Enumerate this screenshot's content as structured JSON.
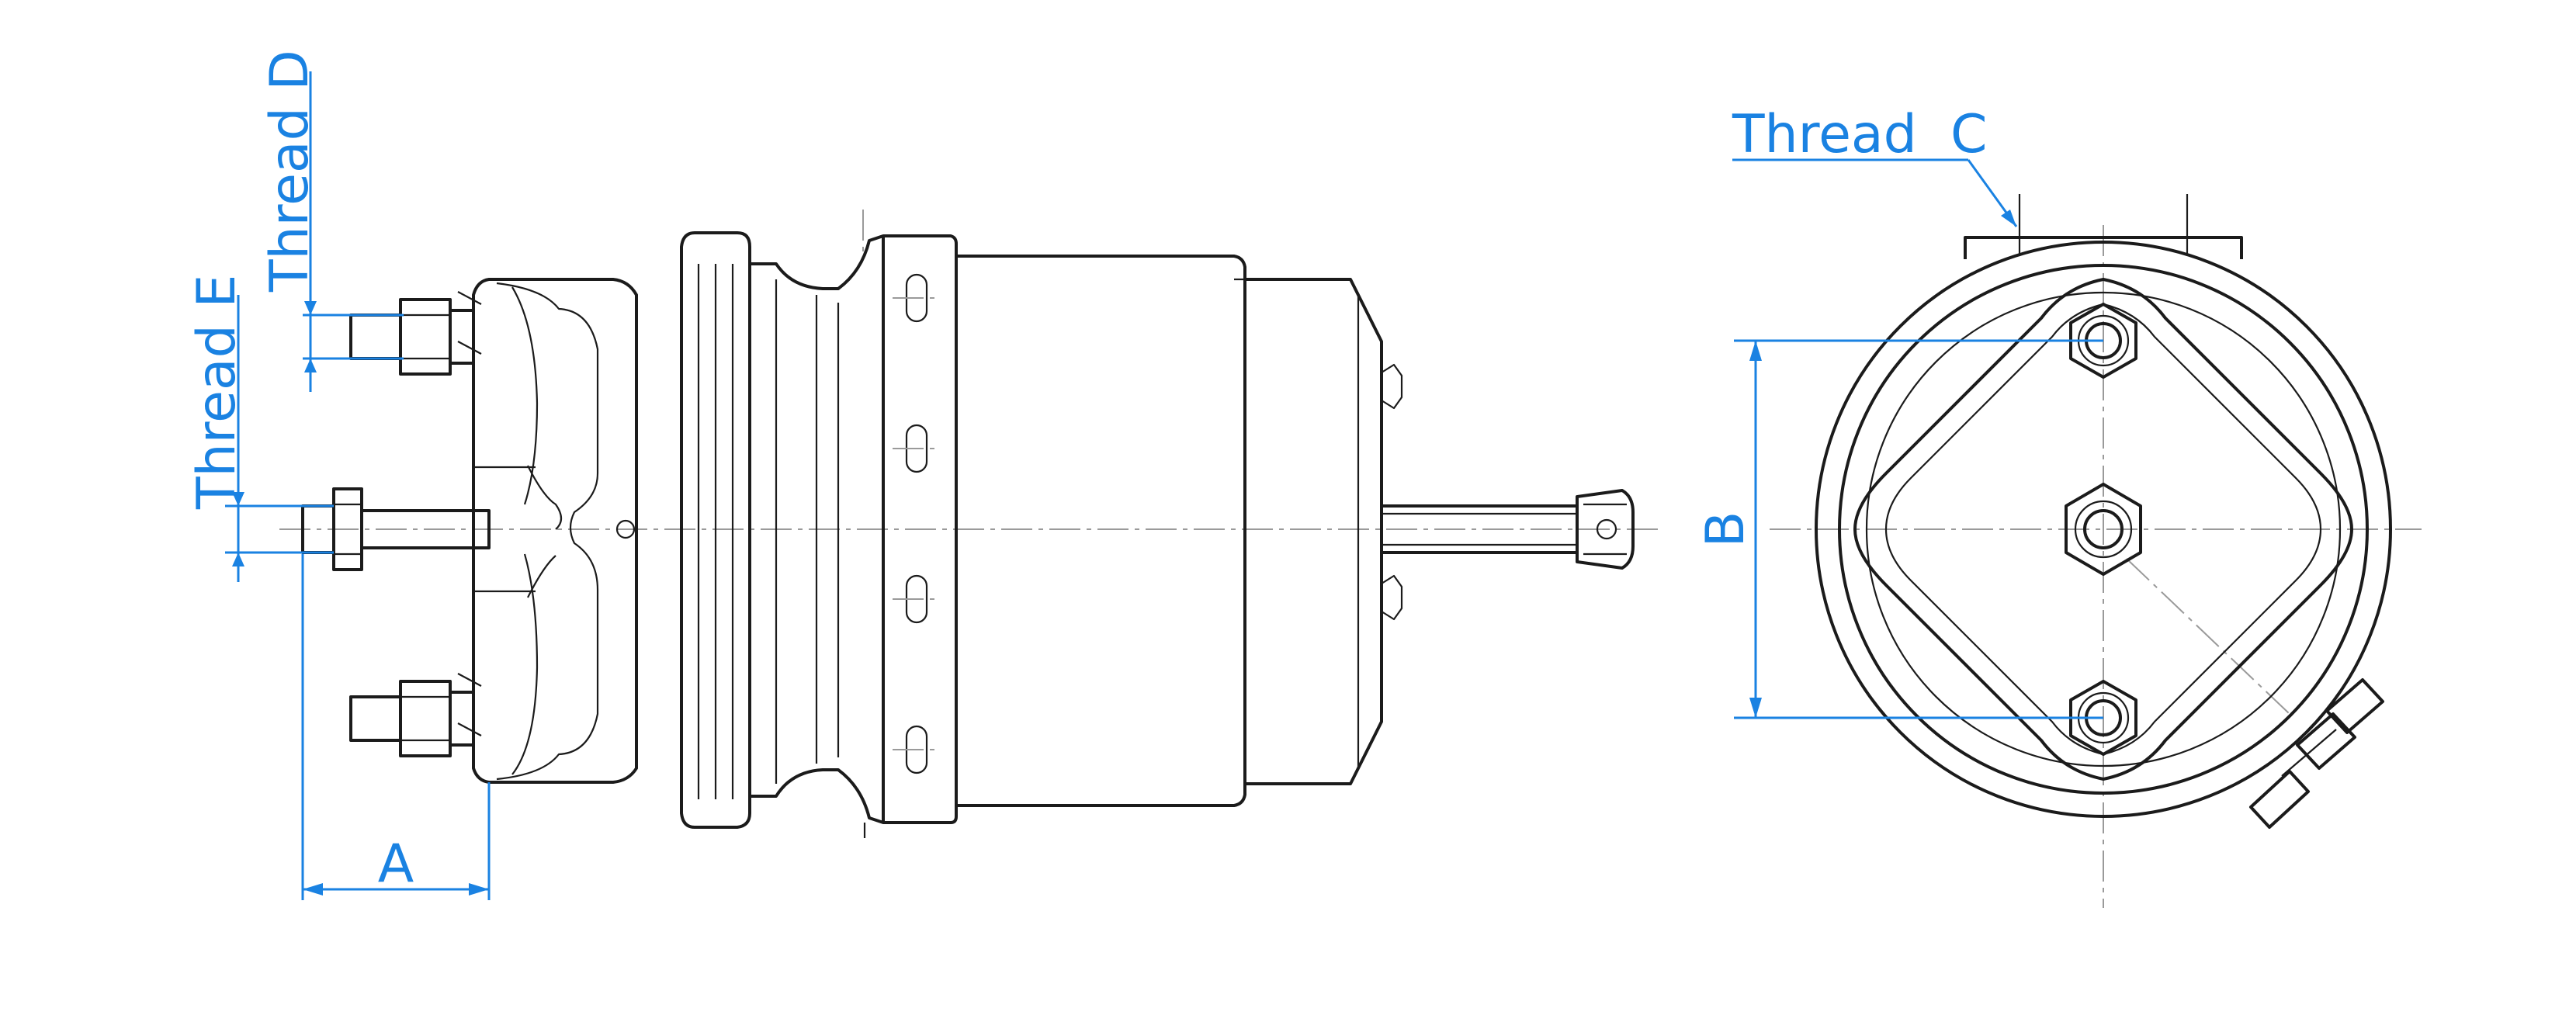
{
  "labels": {
    "thread_d": "Thread D",
    "thread_e": "Thread E",
    "thread_c": "Thread  C",
    "dim_a": "A",
    "dim_b": "B"
  },
  "colors": {
    "annotation": "#1a82e2",
    "outline": "#1b1b1b",
    "centerline": "#9a9a9a",
    "background": "#ffffff"
  }
}
